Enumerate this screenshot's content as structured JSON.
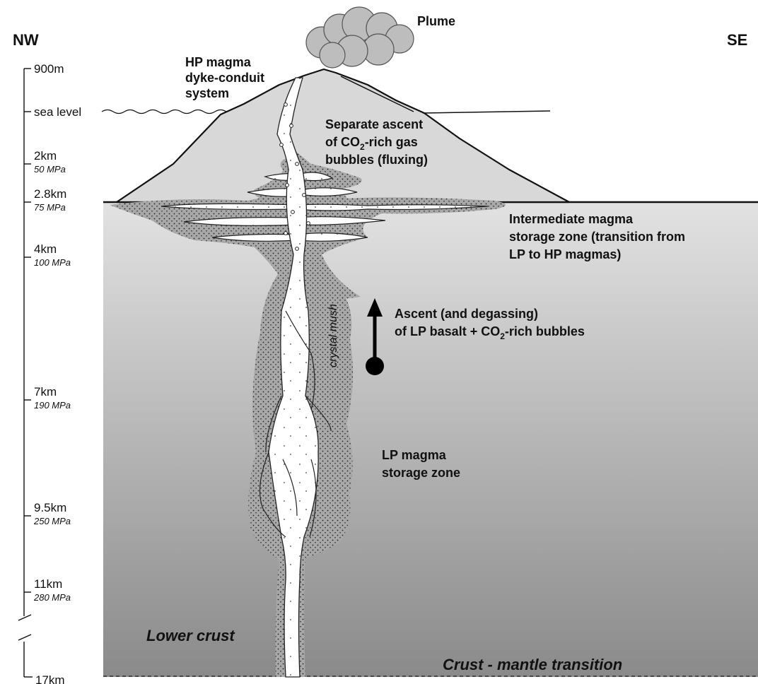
{
  "directions": {
    "left": "NW",
    "right": "SE"
  },
  "labels": {
    "plume": "Plume",
    "hp_conduit": [
      "HP magma",
      "dyke-conduit",
      "system"
    ],
    "separate_ascent": [
      "Separate ascent",
      "of CO",
      "2",
      "-rich gas",
      "bubbles (fluxing)"
    ],
    "intermediate_zone": [
      "Intermediate magma",
      "storage zone (transition from",
      "LP to HP magmas)"
    ],
    "ascent_line1": "Ascent (and degassing)",
    "ascent_line2": [
      "of LP basalt + CO",
      "2",
      "-rich bubbles"
    ],
    "crystal_mush": "crystal mush",
    "lp_zone": [
      "LP magma",
      "storage zone"
    ],
    "lower_crust": "Lower crust",
    "crust_mantle": "Crust - mantle transition"
  },
  "depth_scale": [
    {
      "depth": "900m",
      "pressure": ""
    },
    {
      "depth": "sea level",
      "pressure": ""
    },
    {
      "depth": "2km",
      "pressure": "50 MPa"
    },
    {
      "depth": "2.8km",
      "pressure": "75 MPa"
    },
    {
      "depth": "4km",
      "pressure": "100 MPa"
    },
    {
      "depth": "7km",
      "pressure": "190 MPa"
    },
    {
      "depth": "9.5km",
      "pressure": "250 MPa"
    },
    {
      "depth": "11km",
      "pressure": "280 MPa"
    },
    {
      "depth": "17km",
      "pressure": ""
    }
  ],
  "colors": {
    "volcano": "#d9d9d9",
    "crust_top": "#dcdcdc",
    "crust_bottom": "#8e8e8e",
    "mush": "#a9a9a9",
    "melt": "#ffffff"
  }
}
